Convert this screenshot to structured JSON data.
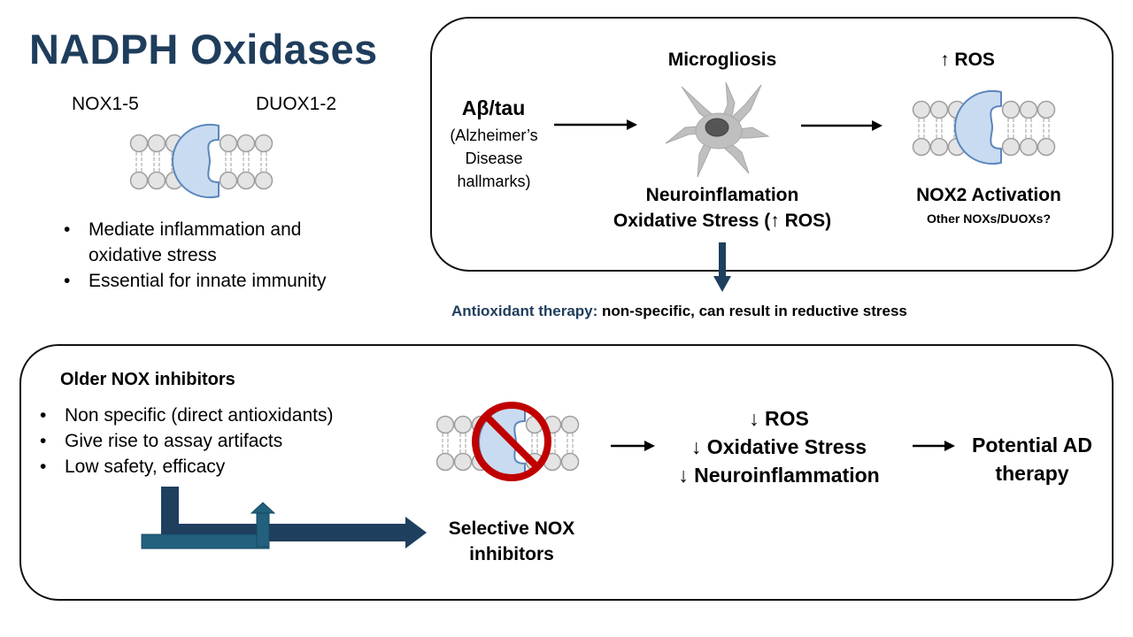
{
  "title": "NADPH Oxidases",
  "left_panel": {
    "label_nox": "NOX1-5",
    "label_duox": "DUOX1-2",
    "bullets": [
      "Mediate inflammation and oxidative stress",
      "Essential for innate immunity"
    ]
  },
  "top_box": {
    "abeta_tau": "Aβ/tau",
    "abeta_sub": [
      "(Alzheimer’s",
      "Disease",
      "hallmarks)"
    ],
    "microgliosis": "Microgliosis",
    "neuroinflammation": "Neuroinflamation",
    "oxidative_stress": "Oxidative Stress (↑ ROS)",
    "ros_up": "↑ ROS",
    "nox2_activation": "NOX2 Activation",
    "other_nox": "Other NOXs/DUOXs?"
  },
  "antioxidant": {
    "label": "Antioxidant therapy:",
    "text": " non-specific, can result in reductive stress"
  },
  "bottom_box": {
    "older_title": "Older NOX inhibitors",
    "older_bullets": [
      "Non specific (direct antioxidants)",
      "Give rise to assay artifacts",
      "Low safety, efficacy"
    ],
    "selective": [
      "Selective NOX",
      "inhibitors"
    ],
    "effects": [
      "↓ ROS",
      "↓ Oxidative Stress",
      "↓ Neuroinflammation"
    ],
    "outcome": [
      "Potential AD",
      "therapy"
    ]
  },
  "icons": [
    "membrane-nox-icon",
    "microglia-cell-icon",
    "prohibition-icon",
    "arrow-icon"
  ],
  "colors": {
    "title": "#1f3d5c",
    "arrow_dark": "#1f3f5e",
    "arrow_mid": "#22607e",
    "protein_fill": "#c9dbf0",
    "protein_stroke": "#5b86bd",
    "prohibit": "#c00000"
  }
}
